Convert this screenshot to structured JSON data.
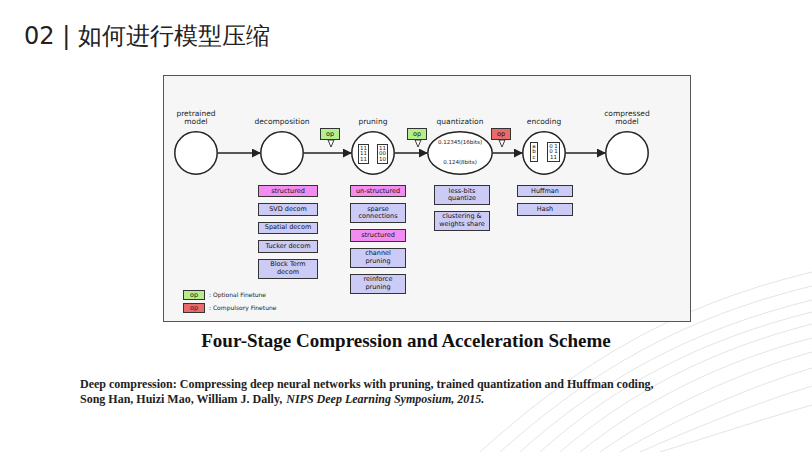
{
  "diagram": {
    "title": "02 | 如何进行模型压缩",
    "caption": "Four-Stage Compression and Acceleration Scheme",
    "nodes": [
      {
        "text": [
          "pretrained model"
        ]
      },
      {
        "text": [
          "decomposition"
        ]
      },
      {
        "text": [
          "op"
        ]
      },
      {
        "text": [
          "pruning",
          "11 11 11",
          "11 00 10"
        ]
      },
      {
        "text": [
          "op"
        ]
      },
      {
        "text": [
          "quantization",
          "0.12345(16bits)",
          "0.124(8bits)"
        ]
      },
      {
        "text": [
          "op"
        ]
      },
      {
        "text": [
          "encoding",
          "a b c",
          "0 10 111"
        ]
      },
      {
        "text": [
          "compressed model"
        ]
      },
      {
        "text": [
          "structured"
        ]
      },
      {
        "text": [
          "SVD decom"
        ]
      },
      {
        "text": [
          "Spatial decom"
        ]
      },
      {
        "text": [
          "Tucker decom"
        ]
      },
      {
        "text": [
          "Block Term decom"
        ]
      },
      {
        "text": [
          "un-structured"
        ]
      },
      {
        "text": [
          "sparse connections"
        ]
      },
      {
        "text": [
          "structured"
        ]
      },
      {
        "text": [
          "channel pruning"
        ]
      },
      {
        "text": [
          "reinforce pruning"
        ]
      },
      {
        "text": [
          "less-bits quantize"
        ]
      },
      {
        "text": [
          "clustering & weights share"
        ]
      },
      {
        "text": [
          "Huffman"
        ]
      },
      {
        "text": [
          "Hash"
        ]
      }
    ],
    "edges": [
      {
        "from": 0,
        "to": 1,
        "arrow": "to"
      },
      {
        "from": 1,
        "to": 3,
        "arrow": "to"
      },
      {
        "from": 3,
        "to": 5,
        "arrow": "to"
      },
      {
        "from": 5,
        "to": 7,
        "arrow": "to"
      },
      {
        "from": 7,
        "to": 8,
        "arrow": "to"
      }
    ],
    "labels": [
      "op",
      "op",
      "Deep compression: Compressing deep neural networks with pruning, trained quantization and Huffman coding,",
      "Song Han, Huizi Mao, William J. Dally,",
      "NIPS Deep Learning Symposium, 2015."
    ],
    "legend": [
      {
        "text": ": Optional Finetune",
        "color": "#b5ef8c"
      },
      {
        "text": ": Compulsory Finetune",
        "color": "#e86a6a"
      }
    ]
  }
}
